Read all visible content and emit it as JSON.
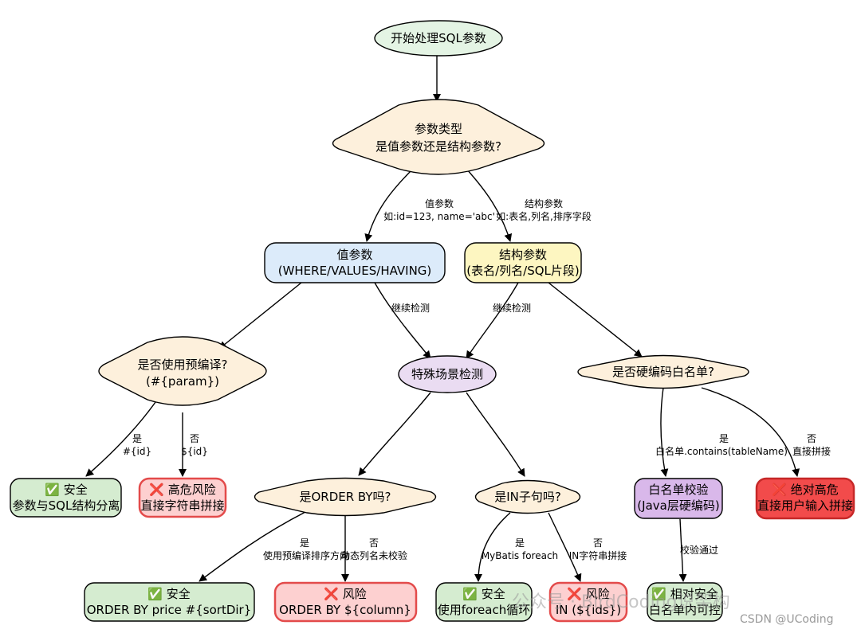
{
  "nodes": {
    "start": "开始处理SQL参数",
    "param_type": [
      "参数类型",
      "是值参数还是结构参数?"
    ],
    "value_param": [
      "值参数",
      "(WHERE/VALUES/HAVING)"
    ],
    "struct_param": [
      "结构参数",
      "(表名/列名/SQL片段)"
    ],
    "precompile": [
      "是否使用预编译?",
      "(#{param})"
    ],
    "special": "特殊场景检测",
    "whitelist_q": "是否硬编码白名单?",
    "safe1": [
      "✅ 安全",
      "参数与SQL结构分离"
    ],
    "risk1": [
      "❌ 高危风险",
      "直接字符串拼接"
    ],
    "orderby_q": "是ORDER BY吗?",
    "in_q": "是IN子句吗?",
    "wl_check": [
      "白名单校验",
      "(Java层硬编码)"
    ],
    "danger": [
      "❌ 绝对高危",
      "直接用户输入拼接"
    ],
    "safe_order": [
      "✅ 安全",
      "ORDER BY price #{sortDir}"
    ],
    "risk_order": [
      "❌ 风险",
      "ORDER BY ${column}"
    ],
    "safe_in": [
      "✅ 安全",
      "使用foreach循环"
    ],
    "risk_in": [
      "❌ 风险",
      "IN (${ids})"
    ],
    "rel_safe": [
      "✅ 相对安全",
      "白名单内可控"
    ]
  },
  "edges": {
    "value_label": [
      "值参数",
      "如:id=123, name='abc'"
    ],
    "struct_label": [
      "结构参数",
      "如:表名,列名,排序字段"
    ],
    "continue1": "继续检测",
    "continue2": "继续检测",
    "yes_id": [
      "是",
      "#{id}"
    ],
    "no_id": [
      "否",
      "${id}"
    ],
    "wl_yes": [
      "是",
      "白名单.contains(tableName)"
    ],
    "wl_no": [
      "否",
      "直接拼接"
    ],
    "order_yes": [
      "是",
      "使用预编译排序方向"
    ],
    "order_no": [
      "否",
      "动态列名未校验"
    ],
    "in_yes": [
      "是",
      "MyBatis foreach"
    ],
    "in_no": [
      "否",
      "IN字符串拼接"
    ],
    "check_pass": "校验通过"
  },
  "watermark": {
    "wechat": "公众号 · BirdCoding说架构",
    "csdn": "CSDN @UCoding"
  },
  "colors": {
    "start": "#e4f4e4",
    "decision": "#fdf0dc",
    "value": "#dcebfa",
    "struct": "#fdf6c1",
    "special": "#eadcf2",
    "safe": "#d5ecd0",
    "risk": "#fdd0d0",
    "risk_border": "#e34b4b",
    "danger": "#f24b4b",
    "whitelist": "#d9b8ea"
  }
}
